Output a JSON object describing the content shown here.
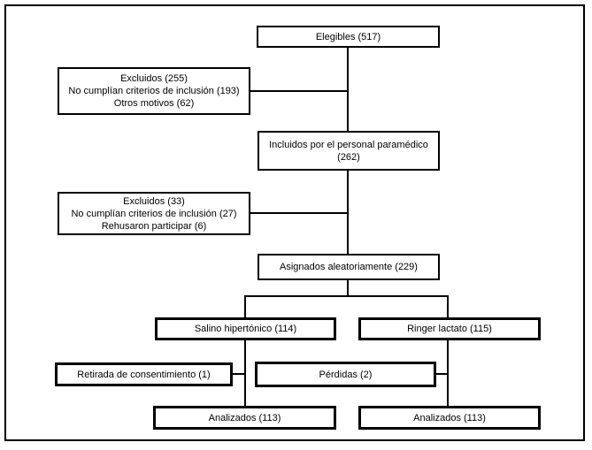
{
  "diagram": {
    "type": "flowchart",
    "language": "es",
    "colors": {
      "line": "#000000",
      "background": "#ffffff",
      "text": "#000000"
    },
    "boxes": {
      "elegibles": {
        "label": "Elegibles (517)",
        "n": 517
      },
      "excluidos_1": {
        "n": 255,
        "lines": [
          "Excluidos (255)",
          "No cumplían criterios de inclusión (193)",
          "Otros motivos (62)"
        ]
      },
      "incluidos": {
        "n": 262,
        "lines": [
          "Incluidos por el personal paramédico",
          "(262)"
        ]
      },
      "excluidos_2": {
        "n": 33,
        "lines": [
          "Excluidos (33)",
          "No cumplían criterios de inclusión (27)",
          "Rehusaron participar (6)"
        ]
      },
      "asignados": {
        "label": "Asignados aleatoriamente (229)",
        "n": 229
      },
      "salino": {
        "label": "Salino hipertónico (114)",
        "n": 114
      },
      "ringer": {
        "label": "Ringer lactato (115)",
        "n": 115
      },
      "retirada": {
        "label": "Retirada de consentimiento (1)",
        "n": 1
      },
      "perdidas": {
        "label": "Pérdidas (2)",
        "n": 2
      },
      "analizados_salino": {
        "label": "Analizados (113)",
        "n": 113
      },
      "analizados_ringer": {
        "label": "Analizados (113)",
        "n": 113
      }
    }
  }
}
